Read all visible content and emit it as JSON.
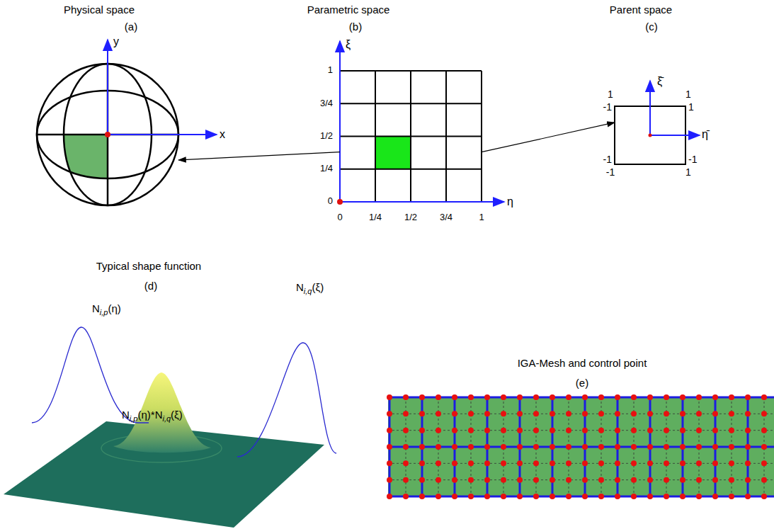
{
  "diagram": {
    "nodes": [
      {
        "text": [
          "Physical space",
          "(a)"
        ]
      },
      {
        "text": [
          "Parametric space",
          "(b)"
        ]
      },
      {
        "text": [
          "Parent space",
          "(c)"
        ]
      },
      {
        "text": [
          "Typical shape function",
          "(d)"
        ]
      },
      {
        "text": [
          "IGA-Mesh and control point",
          "(e)"
        ]
      }
    ],
    "edges": [
      {
        "from": 1,
        "to": 0,
        "arrow": "to"
      },
      {
        "from": 1,
        "to": 2,
        "arrow": "to"
      }
    ],
    "labels": [
      "y",
      "x",
      "ξ",
      "η",
      "1",
      "3/4",
      "1/2",
      "1/4",
      "0",
      "0",
      "1/4",
      "1/2",
      "3/4",
      "1",
      "ξ̄",
      "η̄",
      "1",
      "1",
      "-1",
      "1",
      "-1",
      "-1",
      "-1",
      "1",
      "N",
      "i,p",
      "(η)",
      "N",
      "i,q",
      "(ξ)",
      "N",
      "i,p",
      "(η)*N",
      "i,q",
      "(ξ)"
    ]
  }
}
